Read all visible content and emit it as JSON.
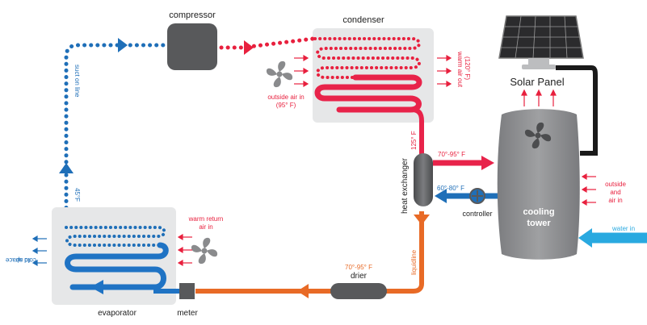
{
  "components": {
    "compressor": "compressor",
    "condenser": "condenser",
    "evaporator": "evaporator",
    "meter": "meter",
    "drier": "drier",
    "heat_exchanger": "heat exchanger",
    "controller": "controller",
    "solar_panel": "Solar Panel",
    "cooling_tower_line1": "cooling",
    "cooling_tower_line2": "tower"
  },
  "annotations": {
    "outside_air_in_line1": "outside air in",
    "outside_air_in_line2": "(95° F)",
    "warm_air_out_line1": "warm air out",
    "warm_air_out_line2": "(120° F)",
    "suct_line": "suct on line",
    "suct_temp": "45°F",
    "temp_125": "125° F",
    "temp_70_95_right": "70°-95° F",
    "temp_60_80": "60°-80° F",
    "liquidline": "liquidline",
    "temp_70_95_drier": "70°-95° F",
    "warm_return_line1": "warm return",
    "warm_return_line2": "air in",
    "cold_air_out_line1": "cold air",
    "cold_air_out_line2": "to space",
    "tower_air_line1": "outside",
    "tower_air_line2": "and",
    "tower_air_line3": "air in",
    "water_in": "water in"
  },
  "colors": {
    "suction_line": "#1f6fb8",
    "hot_gas": "#e8203e",
    "liquid_line": "#e86a26",
    "evaporator_coil": "#1f73c4",
    "condenser_coil": "#e8234a",
    "water_in": "#29a9e0",
    "box_bg": "#e6e7e8",
    "equipment": "#58595b",
    "cooling_tower": "#8d8e90"
  },
  "icons": [
    "fan-icon",
    "solar-panel-icon",
    "flow-arrow-icon"
  ]
}
